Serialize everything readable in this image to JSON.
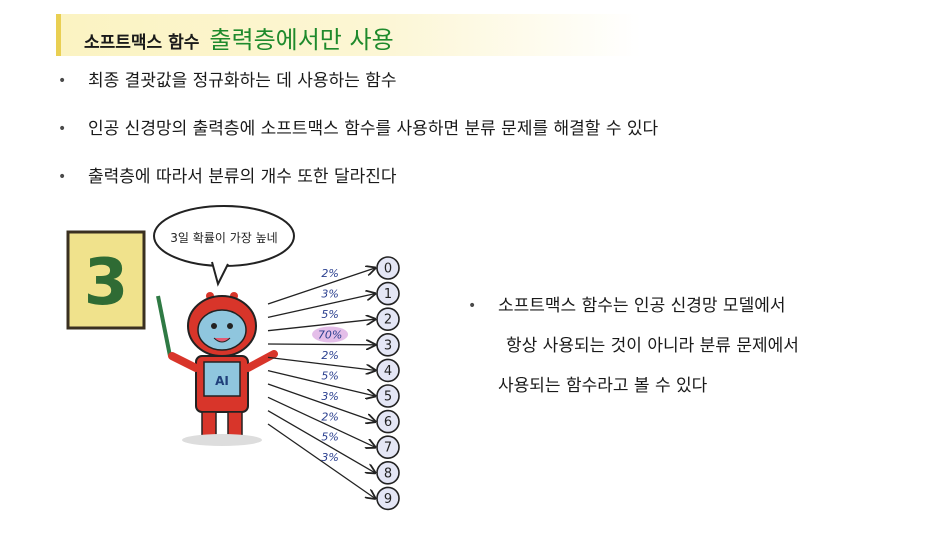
{
  "title": {
    "main": "소프트맥스 함수",
    "accent": "출력층에서만 사용"
  },
  "bullets": [
    "최종 결괏값을 정규화하는 데 사용하는 함수",
    "인공 신경망의 출력층에 소프트맥스 함수를 사용하면 분류 문제를 해결할 수 있다",
    "출력층에 따라서 분류의 개수 또한 달라진다"
  ],
  "illustration": {
    "board_digit": "3",
    "speech": "3일 확률이 가장 높네",
    "robot_label": "AI",
    "outputs": [
      {
        "digit": "0",
        "prob": "2%"
      },
      {
        "digit": "1",
        "prob": "3%"
      },
      {
        "digit": "2",
        "prob": "5%"
      },
      {
        "digit": "3",
        "prob": "70%"
      },
      {
        "digit": "4",
        "prob": "2%"
      },
      {
        "digit": "5",
        "prob": "5%"
      },
      {
        "digit": "6",
        "prob": "3%"
      },
      {
        "digit": "7",
        "prob": "2%"
      },
      {
        "digit": "8",
        "prob": "5%"
      },
      {
        "digit": "9",
        "prob": "3%"
      }
    ],
    "highlight_color": "#d9a3e0",
    "robot_color": "#d8352a",
    "board_color": "#f0e28c"
  },
  "side_note": {
    "lines": [
      "소프트맥스 함수는 인공 신경망 모델에서",
      "항상 사용되는 것이 아니라 분류 문제에서",
      "사용되는 함수라고 볼 수 있다"
    ]
  },
  "bullet_glyph": "•"
}
